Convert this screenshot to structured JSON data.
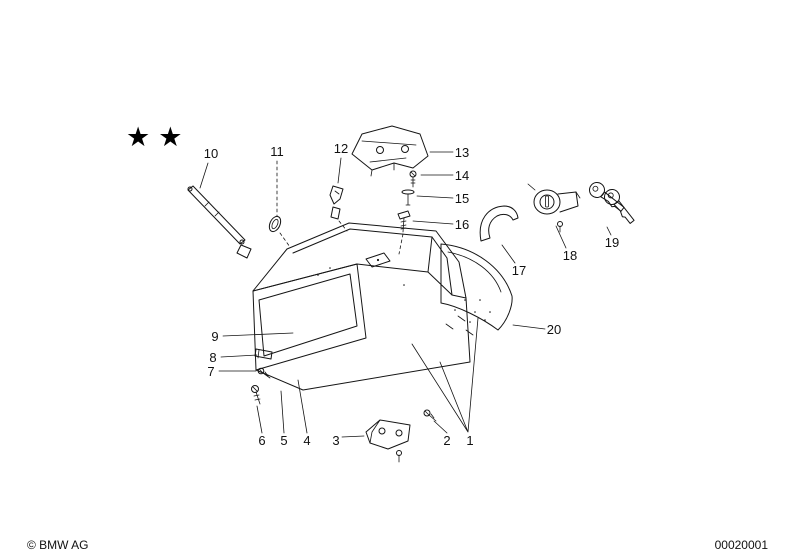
{
  "colors": {
    "background": "#ffffff",
    "ink": "#000000"
  },
  "markers": {
    "quality_stars": "★★"
  },
  "callouts": [
    {
      "label": "1"
    },
    {
      "label": "2"
    },
    {
      "label": "3"
    },
    {
      "label": "4"
    },
    {
      "label": "5"
    },
    {
      "label": "6"
    },
    {
      "label": "7"
    },
    {
      "label": "8"
    },
    {
      "label": "9"
    },
    {
      "label": "10"
    },
    {
      "label": "11"
    },
    {
      "label": "12"
    },
    {
      "label": "13"
    },
    {
      "label": "14"
    },
    {
      "label": "15"
    },
    {
      "label": "16"
    },
    {
      "label": "17"
    },
    {
      "label": "18"
    },
    {
      "label": "19"
    },
    {
      "label": "20"
    }
  ],
  "footer": {
    "copyright": "© BMW AG",
    "document_number": "00020001"
  }
}
